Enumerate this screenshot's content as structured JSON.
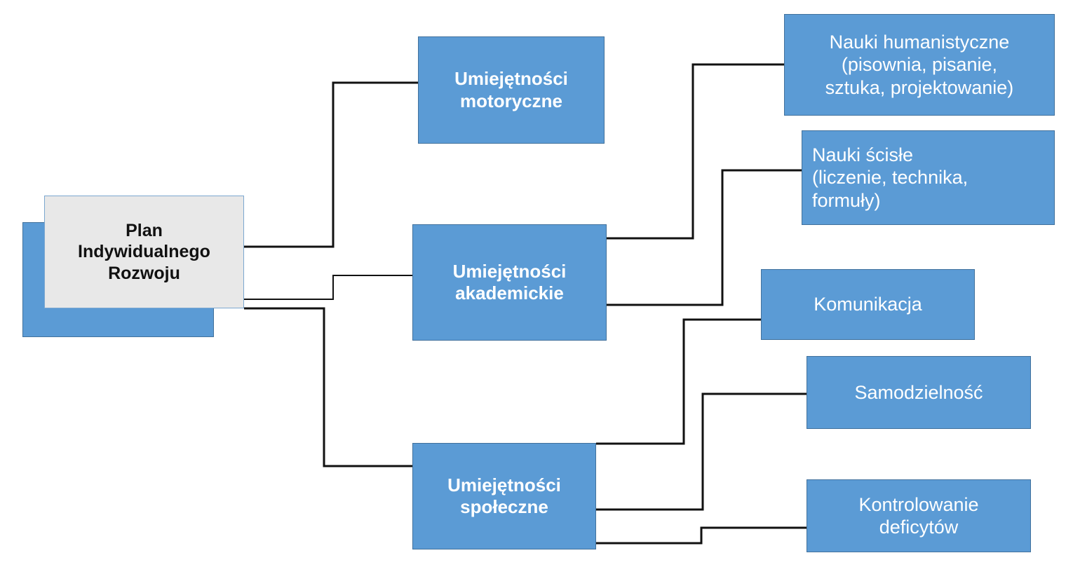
{
  "diagram": {
    "title": "Plan Indywidualnego Rozwoju",
    "colors": {
      "node_fill": "#5b9bd5",
      "node_border": "#41719c",
      "root_fill": "#e8e8e8",
      "root_border": "#7ba7d0",
      "connector": "#111111",
      "node_text": "#ffffff",
      "root_text": "#111111",
      "background": "#ffffff"
    },
    "root": {
      "label": "Plan\nIndywidualnego\nRozwoju"
    },
    "level1": [
      {
        "id": "motoryczne",
        "label": "Umiejętności\nmotoryczne"
      },
      {
        "id": "akademickie",
        "label": "Umiejętności\nakademickie"
      },
      {
        "id": "spoleczne",
        "label": "Umiejętności\nspołeczne"
      }
    ],
    "level2": [
      {
        "id": "humanistyczne",
        "label": "Nauki humanistyczne\n(pisownia, pisanie,\nsztuka, projektowanie)",
        "parent": "akademickie"
      },
      {
        "id": "scisle",
        "label": "Nauki ścisłe\n(liczenie, technika,\nformuły)",
        "parent": "akademickie"
      },
      {
        "id": "komunikacja",
        "label": "Komunikacja",
        "parent": "spoleczne"
      },
      {
        "id": "samodzielnosc",
        "label": "Samodzielność",
        "parent": "spoleczne"
      },
      {
        "id": "kontrolowanie",
        "label": "Kontrolowanie\ndeficytów",
        "parent": "spoleczne"
      }
    ]
  }
}
